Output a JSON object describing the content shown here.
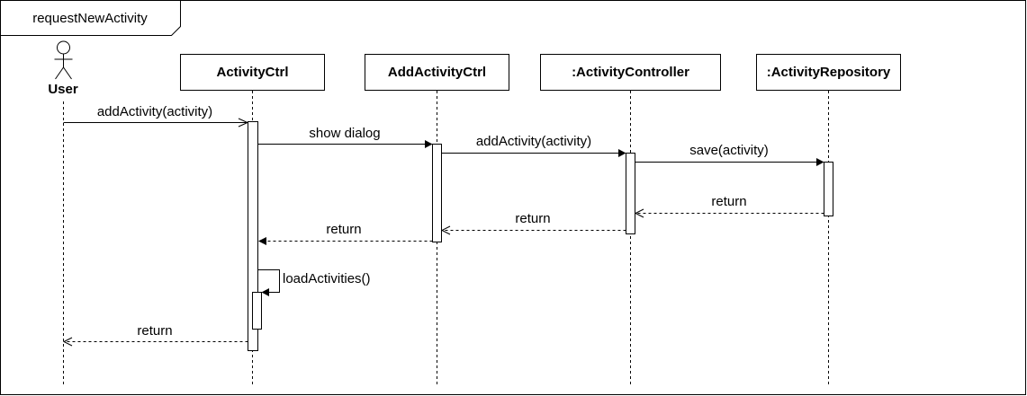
{
  "frame": {
    "title": "requestNewActivity"
  },
  "participants": [
    {
      "id": "user",
      "kind": "actor",
      "label": "User"
    },
    {
      "id": "activityctrl",
      "kind": "object",
      "label": "ActivityCtrl"
    },
    {
      "id": "addactivityctrl",
      "kind": "object",
      "label": "AddActivityCtrl"
    },
    {
      "id": "activitycontroller",
      "kind": "object",
      "label": ":ActivityController"
    },
    {
      "id": "activityrepository",
      "kind": "object",
      "label": ":ActivityRepository"
    }
  ],
  "messages": [
    {
      "from": "user",
      "to": "activityctrl",
      "label": "addActivity(activity)",
      "kind": "sync-open"
    },
    {
      "from": "activityctrl",
      "to": "addactivityctrl",
      "label": "show dialog",
      "kind": "sync"
    },
    {
      "from": "addactivityctrl",
      "to": "activitycontroller",
      "label": "addActivity(activity)",
      "kind": "sync"
    },
    {
      "from": "activitycontroller",
      "to": "activityrepository",
      "label": "save(activity)",
      "kind": "sync"
    },
    {
      "from": "activityrepository",
      "to": "activitycontroller",
      "label": "return",
      "kind": "return"
    },
    {
      "from": "activitycontroller",
      "to": "addactivityctrl",
      "label": "return",
      "kind": "return"
    },
    {
      "from": "addactivityctrl",
      "to": "activityctrl",
      "label": "return",
      "kind": "return-filled"
    },
    {
      "from": "activityctrl",
      "to": "activityctrl",
      "label": "loadActivities()",
      "kind": "self"
    },
    {
      "from": "activityctrl",
      "to": "user",
      "label": "return",
      "kind": "return"
    }
  ]
}
